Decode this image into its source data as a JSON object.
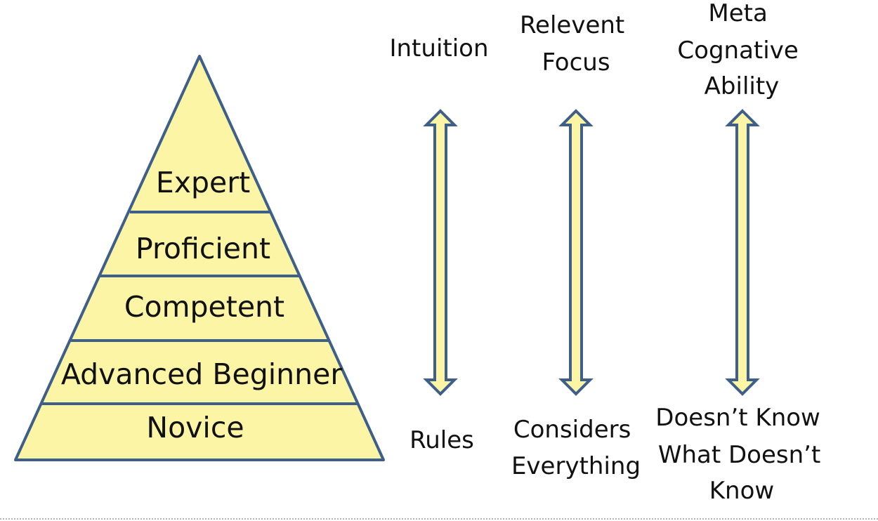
{
  "pyramid": {
    "levels": [
      "Expert",
      "Proficient",
      "Competent",
      "Advanced Beginner",
      "Novice"
    ]
  },
  "scales": [
    {
      "top": [
        "Intuition"
      ],
      "bottom": [
        "Rules"
      ]
    },
    {
      "top": [
        "Relevent",
        "Focus"
      ],
      "bottom": [
        "Considers",
        "Everything"
      ]
    },
    {
      "top": [
        "Meta",
        "Cognative",
        "Ability"
      ],
      "bottom": [
        "Doesn’t Know",
        "What Doesn’t",
        "Know"
      ]
    }
  ],
  "colors": {
    "fill": "#fcf5a6",
    "stroke": "#3e5f8a"
  }
}
